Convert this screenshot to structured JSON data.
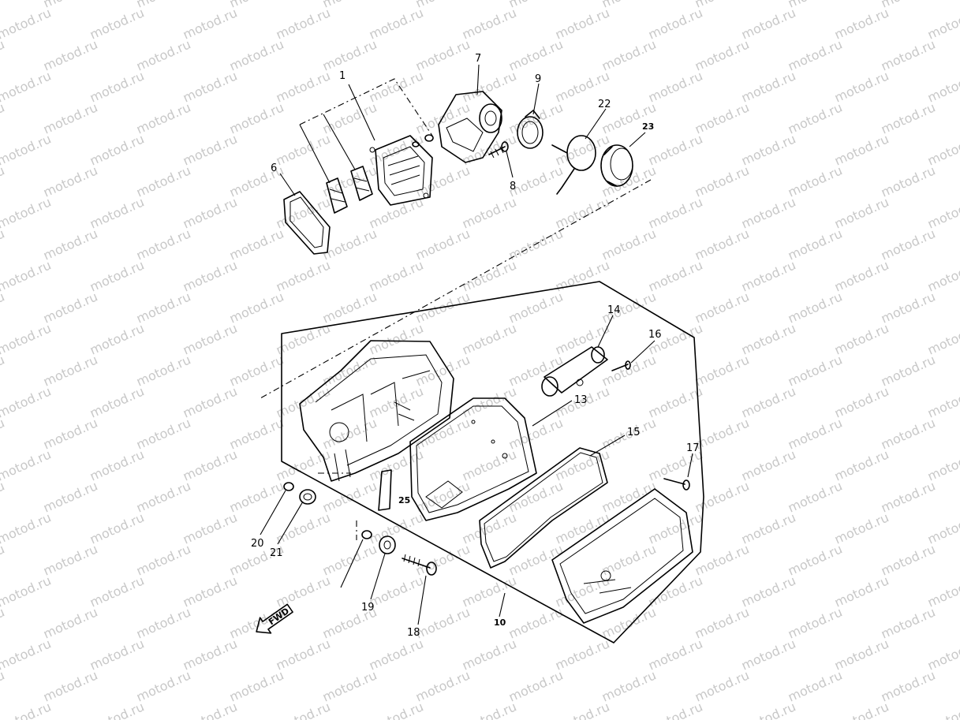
{
  "watermark": {
    "text": "motod.ru",
    "color": "#c8c8c8"
  },
  "callouts": [
    {
      "id": "1",
      "text": "1"
    },
    {
      "id": "6",
      "text": "6"
    },
    {
      "id": "7",
      "text": "7"
    },
    {
      "id": "8",
      "text": "8"
    },
    {
      "id": "9",
      "text": "9"
    },
    {
      "id": "22",
      "text": "22"
    },
    {
      "id": "23",
      "text": "23"
    },
    {
      "id": "14",
      "text": "14"
    },
    {
      "id": "16",
      "text": "16"
    },
    {
      "id": "13",
      "text": "13"
    },
    {
      "id": "15",
      "text": "15"
    },
    {
      "id": "17",
      "text": "17"
    },
    {
      "id": "25",
      "text": "25"
    },
    {
      "id": "20",
      "text": "20"
    },
    {
      "id": "21",
      "text": "21"
    },
    {
      "id": "10",
      "text": "10"
    },
    {
      "id": "19",
      "text": "19"
    },
    {
      "id": "18",
      "text": "18"
    },
    {
      "id": "fwd",
      "text": "FWD"
    }
  ]
}
